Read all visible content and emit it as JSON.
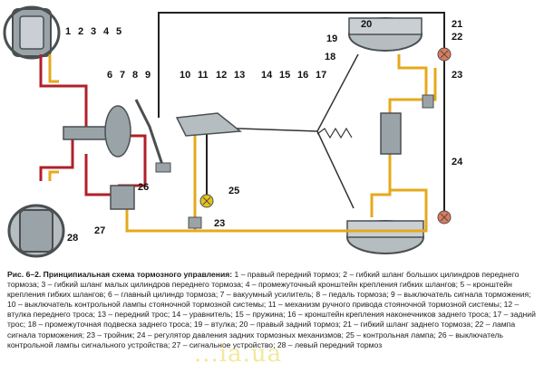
{
  "diagram": {
    "callouts": [
      "1",
      "2",
      "3",
      "4",
      "5",
      "6",
      "7",
      "8",
      "9",
      "10",
      "11",
      "12",
      "13",
      "14",
      "15",
      "16",
      "17",
      "18",
      "19",
      "20",
      "21",
      "22",
      "23",
      "24",
      "25",
      "26",
      "27",
      "28",
      "23"
    ],
    "colors": {
      "front_brake_line": "#b0202a",
      "rear_brake_line": "#e6a91c",
      "parking_cable": "#333333",
      "wire": "#222222",
      "part_fill": "#9aa3a8",
      "part_dark": "#4a4f52",
      "warning_lamp": "#e8c21a",
      "indicator_lamp": "#e07a5a"
    }
  },
  "caption": {
    "lead": "Рис. 6–2. Принципиальная схема тормозного управления:",
    "text": " 1 – правый передний тормоз; 2 – гибкий шланг больших цилиндров переднего тормоза; 3 – гибкий шланг малых цилиндров переднего тормоза; 4 – промежуточный кронштейн крепления гибких шлангов; 5 – кронштейн крепления гибких шлангов; 6 – главный цилиндр тормоза; 7 – вакуумный усилитель; 8 – педаль тормоза; 9 – выключатель сигнала торможения; 10 – выключатель контрольной лампы стояночной тормозной системы; 11 – механизм ручного привода стояночной тормозной системы; 12 – втулка переднего троса; 13 – передний трос; 14 – уравнитель; 15 – пружина; 16 – кронштейн крепления наконечников заднего троса; 17 – задний трос; 18 – промежуточная подвеска заднего троса; 19 – втулка; 20 – правый задний тормоз; 21 – гибкий шланг заднего тормоза; 22 – лампа сигнала торможения; 23 – тройник; 24 – регулятор давления задних тормозных механизмов; 25 – контрольная лампа; 26 – выключатель контрольной лампы сигнального устройства; 27 – сигнальное устройство; 28 – левый передний тормоз"
  },
  "watermark": "...ia.ua"
}
